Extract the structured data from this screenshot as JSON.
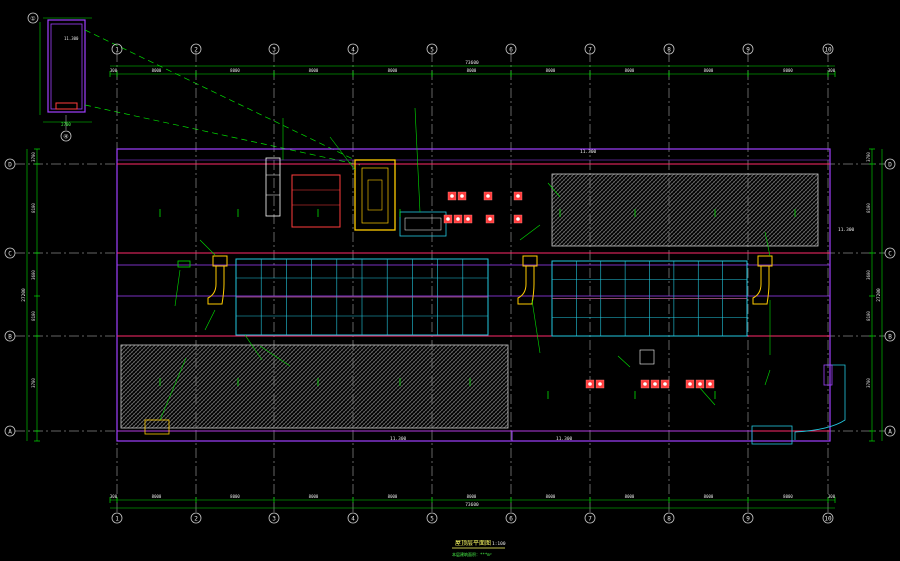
{
  "colors": {
    "background": "#000000",
    "grid_axis": "#c8c8c8",
    "dimension": "#00e000",
    "wall": "#a040ff",
    "pipe": "#ff3c3c",
    "cyan_grid": "#22c8e0",
    "equipment": "#ffcc00",
    "hatch": "#8a8a8a"
  },
  "axes": {
    "numbered": [
      "1",
      "2",
      "3",
      "4",
      "5",
      "6",
      "7",
      "8",
      "9",
      "10"
    ],
    "lettered": [
      "D",
      "C",
      "B",
      "A"
    ]
  },
  "detail_axes": [
    "①",
    "④"
  ],
  "dimensions": {
    "top_total": "73600",
    "bottom_total": "73600",
    "top_segments": [
      "300",
      "8000",
      "8000",
      "8000",
      "8000",
      "8000",
      "8000",
      "8000",
      "8000",
      "8000",
      "300"
    ],
    "bottom_segments": [
      "300",
      "8000",
      "8000",
      "8000",
      "8000",
      "8000",
      "8000",
      "8000",
      "8000",
      "8000",
      "300"
    ],
    "left_segments": [
      "3700",
      "8100",
      "3600",
      "8100",
      "3700"
    ],
    "left_total": "27200",
    "right_segments": [
      "3700",
      "8100",
      "3600",
      "8100",
      "3700"
    ],
    "right_total": "27200",
    "detail_width": "2700"
  },
  "levels": {
    "l1": "11.300",
    "l2": "11.300",
    "l3": "11.300",
    "l4": "11.300",
    "l5": "11.300"
  },
  "title": {
    "main": "屋顶层平面图",
    "scale": "1:100",
    "sub": "本层建筑面积：***m²"
  }
}
